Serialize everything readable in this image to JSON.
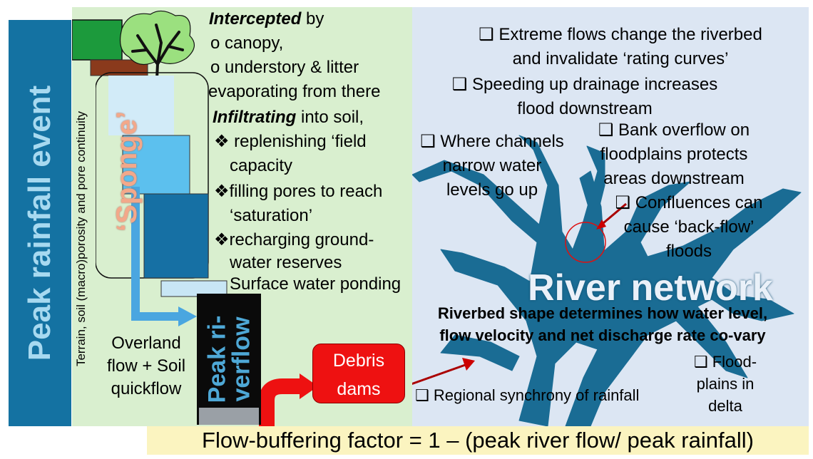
{
  "left_panel": {
    "peak_rainfall": "Peak rainfall event",
    "terrain_label": "Terrain, soil (macro)porosity and pore continuity",
    "sponge_label": "‘Sponge’",
    "surface_ponding": "Surface water ponding",
    "overland_flow": [
      "Overland",
      "flow + Soil",
      "quickflow"
    ],
    "peak_riverflow": [
      "Peak ri-",
      "verflow"
    ],
    "debris_dams": [
      "Debris",
      "dams"
    ]
  },
  "processes": {
    "intercepted_heading_bold": "Intercepted",
    "intercepted_heading_rest": " by",
    "intercepted_items": [
      "o  canopy,",
      "o  understory & litter"
    ],
    "evaporating": "evaporating from there",
    "infiltrating_bold": "Infiltrating",
    "infiltrating_rest": " into soil,",
    "infiltrating_items": [
      {
        "line1": "❖ replenishing ‘field",
        "line2": "capacity"
      },
      {
        "line1": "❖filling pores to reach",
        "line2": "‘saturation’"
      },
      {
        "line1": "❖recharging ground-",
        "line2": "water reserves"
      }
    ]
  },
  "river_panel": {
    "river_network_label": "River network",
    "notes": {
      "extreme_flows": [
        "❑ Extreme flows change the riverbed",
        "and invalidate ‘rating curves’"
      ],
      "speeding_up": [
        "❑ Speeding up drainage increases",
        "flood downstream"
      ],
      "channels_narrow": [
        "❑ Where channels",
        "narrow water",
        "levels go up"
      ],
      "bank_overflow": [
        "❑ Bank overflow on",
        "floodplains protects",
        "areas downstream"
      ],
      "confluences": [
        "❑ Confluences can",
        "cause ‘back-flow’",
        "floods"
      ],
      "riverbed_shape": [
        "Riverbed shape determines how water level,",
        "flow velocity and net discharge rate co-vary"
      ],
      "regional_synchrony": "❑ Regional synchrony of rainfall",
      "floodplains_delta": [
        "❑ Flood-",
        "plains in",
        "delta"
      ]
    }
  },
  "footer": {
    "formula": "Flow-buffering factor = 1 – (peak river flow/ peak rainfall)"
  },
  "colors": {
    "green_panel": "#d9efcf",
    "blue_panel": "#dce6f3",
    "river": "#1a6c94",
    "peak_box": "#1472a2",
    "debris": "#ee1111",
    "footer": "#fbf4c0"
  }
}
